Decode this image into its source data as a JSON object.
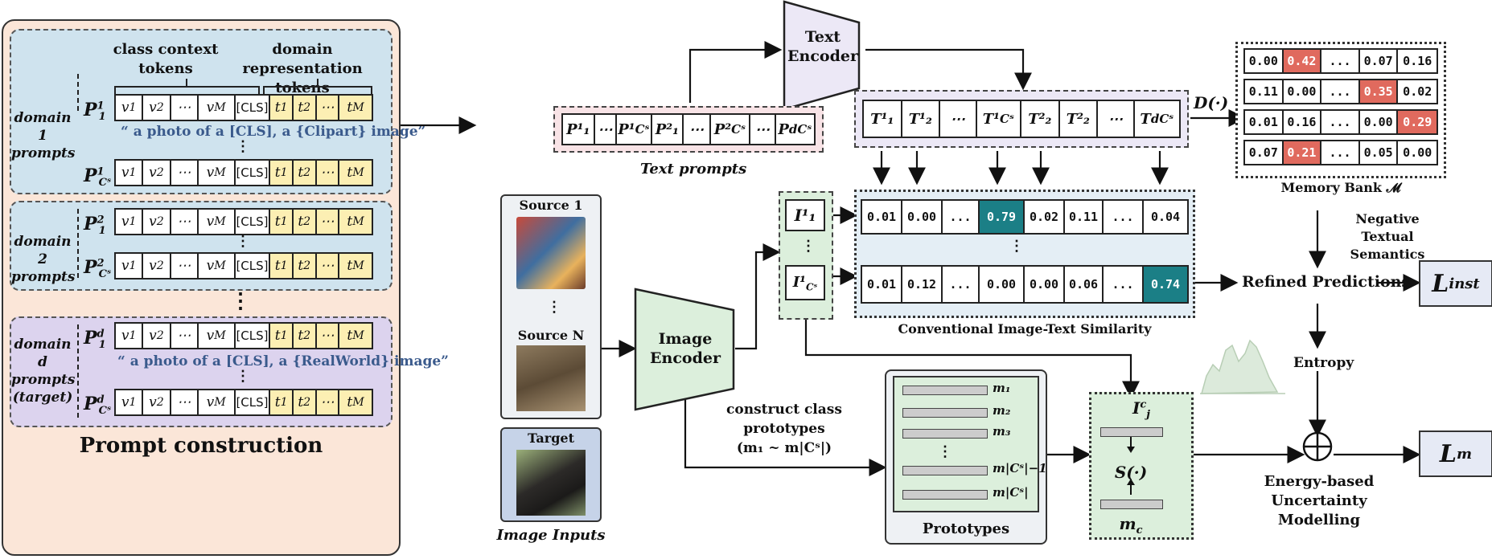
{
  "prompt_construction": {
    "title": "Prompt construction",
    "class_context_label": "class context tokens",
    "domain_repr_label": "domain representation tokens",
    "domain1": {
      "label": "domain 1 prompts",
      "quote": "“ a photo of a [CLS], a {Clipart} image”"
    },
    "domain2": {
      "label": "domain 2 prompts"
    },
    "domainD": {
      "label": "domain d prompts (target)",
      "quote": "“ a photo of a [CLS], a {RealWorld} image”"
    },
    "cls_token": "[CLS]",
    "ellipsis": "⋯",
    "vdots": "⋮"
  },
  "text_prompts": {
    "label": "Text prompts"
  },
  "text_encoder": {
    "label": "Text Encoder"
  },
  "image_encoder": {
    "label": "Image Encoder"
  },
  "image_inputs": {
    "label": "Image Inputs",
    "source1": "Source 1",
    "sourceN": "Source N",
    "target": "Target"
  },
  "distance_fn": "D(·)",
  "memory_bank": {
    "label": "Memory Bank 𝓜",
    "rows": [
      [
        {
          "v": "0.00",
          "h": false
        },
        {
          "v": "0.42",
          "h": true
        },
        {
          "v": "...",
          "h": false
        },
        {
          "v": "0.07",
          "h": false
        },
        {
          "v": "0.16",
          "h": false
        }
      ],
      [
        {
          "v": "0.11",
          "h": false
        },
        {
          "v": "0.00",
          "h": false
        },
        {
          "v": "...",
          "h": false
        },
        {
          "v": "0.35",
          "h": true
        },
        {
          "v": "0.02",
          "h": false
        }
      ],
      [
        {
          "v": "0.01",
          "h": false
        },
        {
          "v": "0.16",
          "h": false
        },
        {
          "v": "...",
          "h": false
        },
        {
          "v": "0.00",
          "h": false
        },
        {
          "v": "0.29",
          "h": true
        }
      ],
      [
        {
          "v": "0.07",
          "h": false
        },
        {
          "v": "0.21",
          "h": true
        },
        {
          "v": "...",
          "h": false
        },
        {
          "v": "0.05",
          "h": false
        },
        {
          "v": "0.00",
          "h": false
        }
      ]
    ],
    "highlight_color": "#e06a5e"
  },
  "similarity": {
    "label": "Conventional Image-Text Similarity",
    "row1": [
      {
        "v": "0.01",
        "h": false
      },
      {
        "v": "0.00",
        "h": false
      },
      {
        "v": "...",
        "h": false
      },
      {
        "v": "0.79",
        "h": true
      },
      {
        "v": "0.02",
        "h": false
      },
      {
        "v": "0.11",
        "h": false
      },
      {
        "v": "...",
        "h": false
      },
      {
        "v": "0.04",
        "h": false
      }
    ],
    "row2": [
      {
        "v": "0.01",
        "h": false
      },
      {
        "v": "0.12",
        "h": false
      },
      {
        "v": "...",
        "h": false
      },
      {
        "v": "0.00",
        "h": false
      },
      {
        "v": "0.00",
        "h": false
      },
      {
        "v": "0.06",
        "h": false
      },
      {
        "v": "...",
        "h": false
      },
      {
        "v": "0.74",
        "h": true
      }
    ],
    "highlight_color": "#1b7f86"
  },
  "negative_semantics": "Negative Textual Semantics",
  "refined_predictions": "Refined Predictions",
  "entropy": "Entropy",
  "construct_prototypes": {
    "line1": "construct class",
    "line2": "prototypes",
    "line3": "(m₁ ~ m|Cˢ|)"
  },
  "prototypes": {
    "label": "Prototypes",
    "items": [
      "m₁",
      "m₂",
      "m₃",
      "m|Cˢ|−1",
      "m|Cˢ|"
    ]
  },
  "score_fn": "S(·)",
  "energy": {
    "line1": "Energy-based",
    "line2": "Uncertainty Modelling"
  },
  "losses": {
    "inst": "Linst",
    "m": "Lm"
  },
  "colors": {
    "blue_panel": "#cfe3ee",
    "purple_panel": "#dcd3ee",
    "outer_panel": "#fbe6d8",
    "green_box": "#dcefdc",
    "pink_box": "#f8e3e6",
    "lavender_box": "#ece8f6"
  }
}
